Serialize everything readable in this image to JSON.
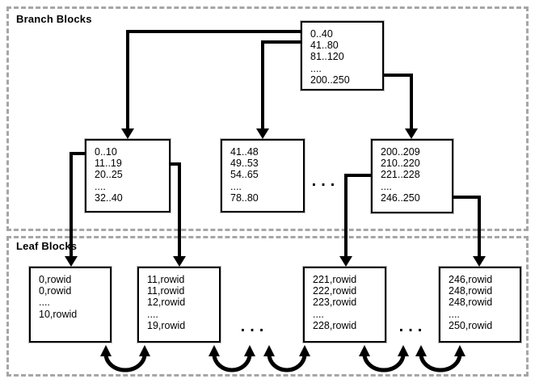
{
  "diagram": {
    "branch_section_label": "Branch Blocks",
    "leaf_section_label": "Leaf Blocks",
    "nodes": {
      "root": {
        "lines": [
          "0..40",
          "41..80",
          "81..120",
          "....",
          "200..250"
        ]
      },
      "branch_left": {
        "lines": [
          "0..10",
          "11..19",
          "20..25",
          "....",
          "32..40"
        ]
      },
      "branch_mid": {
        "lines": [
          "41..48",
          "49..53",
          "54..65",
          "....",
          "78..80"
        ]
      },
      "branch_right": {
        "lines": [
          "200..209",
          "210..220",
          "221..228",
          "....",
          "246..250"
        ]
      },
      "leaf_1": {
        "lines": [
          "0,rowid",
          "0,rowid",
          "....",
          "10,rowid"
        ]
      },
      "leaf_2": {
        "lines": [
          "11,rowid",
          "11,rowid",
          "12,rowid",
          "....",
          "19,rowid"
        ]
      },
      "leaf_3": {
        "lines": [
          "221,rowid",
          "222,rowid",
          "223,rowid",
          "....",
          "228,rowid"
        ]
      },
      "leaf_4": {
        "lines": [
          "246,rowid",
          "248,rowid",
          "248,rowid",
          "....",
          "250,rowid"
        ]
      }
    },
    "ellipses": {
      "branch": "...",
      "leaf_left": "...",
      "leaf_right": "..."
    },
    "colors": {
      "background": "#ffffff",
      "line": "#000000",
      "text": "#000000",
      "dashed_border": "#a6a6a6"
    }
  }
}
